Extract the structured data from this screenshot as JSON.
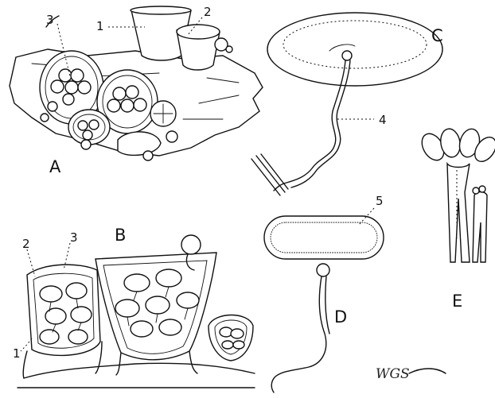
{
  "figure": {
    "panel_labels": {
      "a": "A",
      "b": "B",
      "c": "C",
      "d": "D",
      "e": "E"
    },
    "callouts": {
      "a_1": "1",
      "a_2": "2",
      "a_3": "3",
      "b_1": "1",
      "b_2": "2",
      "b_3": "3",
      "c_4": "4",
      "d_5": "5"
    },
    "signature": "WGS"
  }
}
